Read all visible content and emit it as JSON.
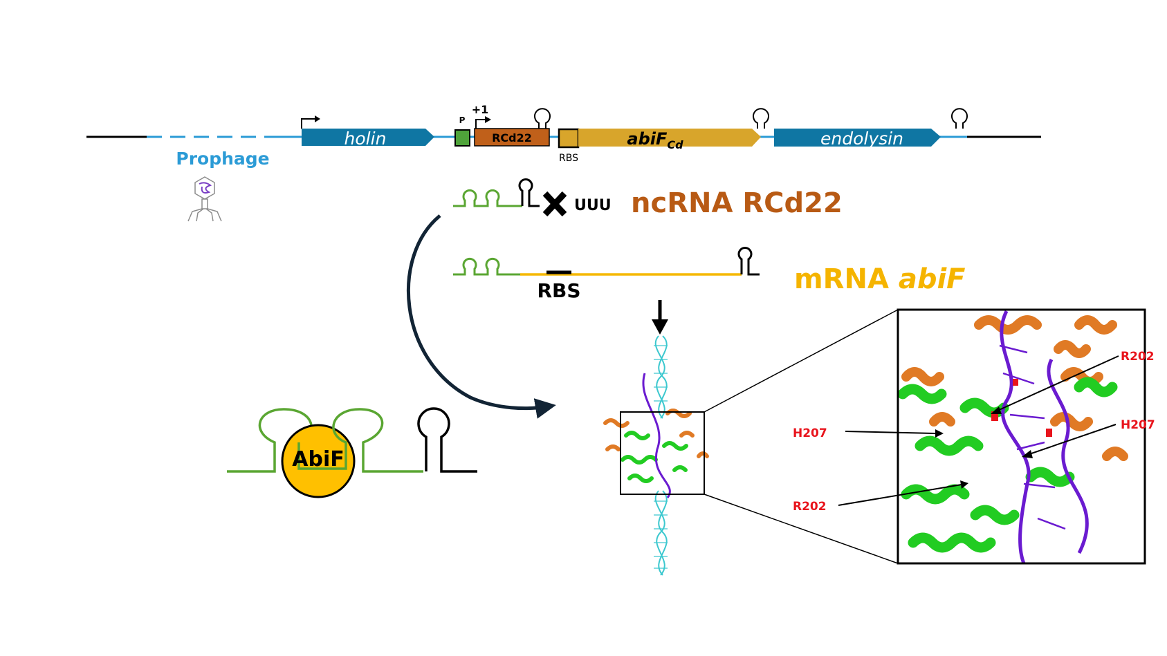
{
  "genome": {
    "prophage_label": "Prophage",
    "promoter_label": "P",
    "tss_label": "+1",
    "genes": {
      "holin": "holin",
      "rcd22": "RCd22",
      "abif_main": "abiF",
      "abif_sub": "Cd",
      "endolysin": "endolysin"
    },
    "rbs_label": "RBS"
  },
  "transcripts": {
    "ncrna_tail": "UUU",
    "ncrna_label": "ncRNA RCd22",
    "mrna_prefix": "mRNA ",
    "mrna_gene": "abiF",
    "rbs_label": "RBS"
  },
  "complex": {
    "protein_label": "AbiF"
  },
  "structure": {
    "residues": {
      "r202_left": "R202",
      "h207_left": "H207",
      "r202_right": "R202",
      "h207_right": "H207"
    }
  },
  "colors": {
    "prophage_blue": "#2b9bd6",
    "gene_blue": "#0f76a3",
    "promoter_green": "#4fa33a",
    "rcd22_orange": "#c0601a",
    "abif_gold": "#d8a52b",
    "rna_green": "#5aa632",
    "mrna_yellow": "#f5b800",
    "ncrna_text": "#b85a14",
    "mrna_text": "#f5b400",
    "protein_gold": "#ffc000",
    "protein_green": "#22cc22",
    "protein_orange": "#e07a25",
    "rna_purple": "#6a1bd0",
    "dna_cyan": "#3cc8cf",
    "residue_red": "#e8141c"
  }
}
